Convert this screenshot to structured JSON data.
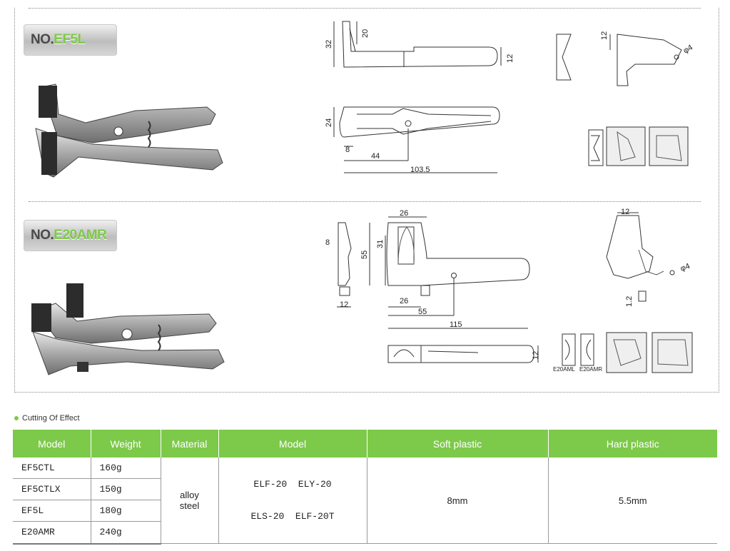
{
  "products": [
    {
      "prefix": "NO.",
      "code": "EF5L",
      "dims": {
        "a": "32",
        "b": "20",
        "c": "12",
        "d": "24",
        "e": "8",
        "f": "44",
        "g": "103.5",
        "h": "12",
        "i": "φ4"
      }
    },
    {
      "prefix": "NO.",
      "code": "E20AMR",
      "dims": {
        "a": "8",
        "b": "55",
        "c": "31",
        "d": "26",
        "e": "26",
        "f": "55",
        "g": "115",
        "h": "12",
        "i": "12",
        "j": "12",
        "k": "φ4",
        "l": "1.2",
        "m": "12"
      },
      "blade_labels": [
        "E20AML",
        "E20AMR"
      ]
    }
  ],
  "section_title": "Cutting Of Effect",
  "table": {
    "headers": [
      "Model",
      "Weight",
      "Material",
      "Model",
      "Soft plastic",
      "Hard plastic"
    ],
    "rows": [
      {
        "model": "EF5CTL",
        "weight": "160g"
      },
      {
        "model": "EF5CTLX",
        "weight": "150g"
      },
      {
        "model": "EF5L",
        "weight": "180g"
      },
      {
        "model": "E20AMR",
        "weight": "240g"
      }
    ],
    "material": [
      "alloy",
      "steel"
    ],
    "compatible_models": [
      "ELF-20  ELY-20",
      "ELS-20  ELF-20T"
    ],
    "soft_plastic": "8mm",
    "hard_plastic": "5.5mm"
  }
}
